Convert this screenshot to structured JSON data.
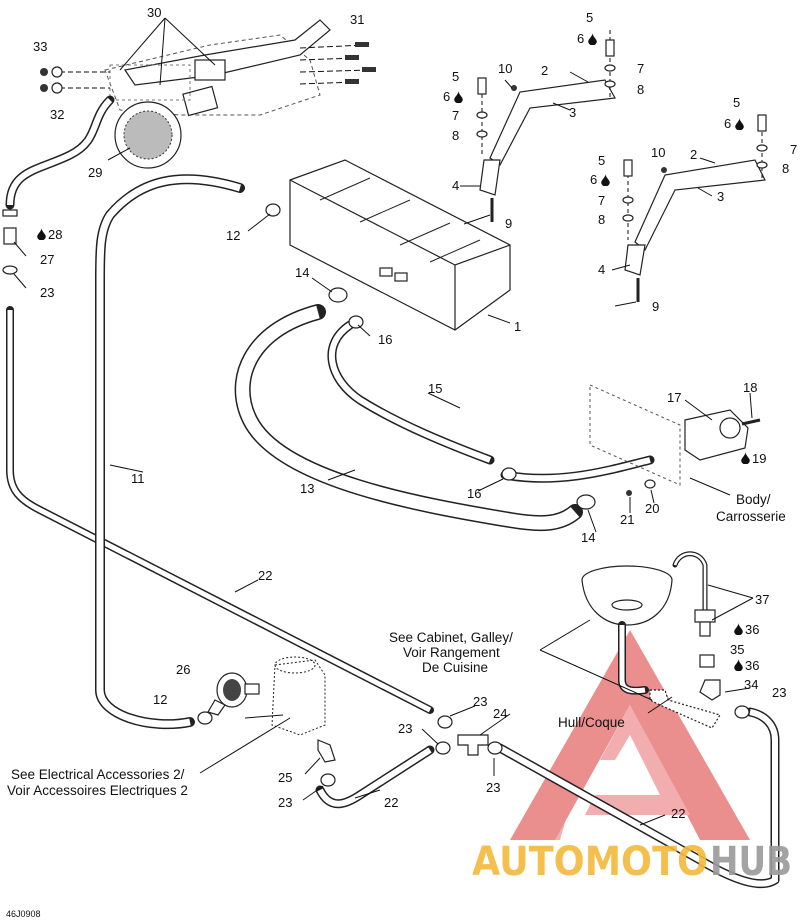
{
  "callouts": {
    "n1": "1",
    "n2a": "2",
    "n2b": "2",
    "n3a": "3",
    "n3b": "3",
    "n4a": "4",
    "n4b": "4",
    "n5a": "5",
    "n5b": "5",
    "n5c": "5",
    "n5d": "5",
    "n6a": "6",
    "n6b": "6",
    "n6c": "6",
    "n6d": "6",
    "n7a": "7",
    "n7b": "7",
    "n7c": "7",
    "n7d": "7",
    "n8a": "8",
    "n8b": "8",
    "n8c": "8",
    "n8d": "8",
    "n9a": "9",
    "n9b": "9",
    "n10a": "10",
    "n10b": "10",
    "n11": "11",
    "n12a": "12",
    "n12b": "12",
    "n13": "13",
    "n14a": "14",
    "n14b": "14",
    "n15": "15",
    "n16a": "16",
    "n16b": "16",
    "n17": "17",
    "n18": "18",
    "n19": "19",
    "n20": "20",
    "n21": "21",
    "n22a": "22",
    "n22b": "22",
    "n22c": "22",
    "n23a": "23",
    "n23b": "23",
    "n23c": "23",
    "n23d": "23",
    "n23e": "23",
    "n23f": "23",
    "n24": "24",
    "n25": "25",
    "n26": "26",
    "n27": "27",
    "n28": "28",
    "n29": "29",
    "n30": "30",
    "n31": "31",
    "n32": "32",
    "n33": "33",
    "n34": "34",
    "n35": "35",
    "n36a": "36",
    "n36b": "36",
    "n37": "37"
  },
  "notes": {
    "body_line1": "Body/",
    "body_line2": "Carrosserie",
    "cabinet_line1": "See Cabinet, Galley/",
    "cabinet_line2": "Voir Rangement",
    "cabinet_line3": "De Cuisine",
    "hull": "Hull/Coque",
    "elec_line1": "See Electrical Accessories 2/",
    "elec_line2": "Voir Accessoires Electriques 2"
  },
  "drawing_code": "46J0908",
  "watermark": {
    "text_a": "AUTOMOTO",
    "text_b": "HUB",
    "color_a": "#f5b93a",
    "color_b": "#9a9a9a",
    "logo_color": "#e53935"
  },
  "icons": {
    "sealant_marker": "water-drop-icon"
  }
}
